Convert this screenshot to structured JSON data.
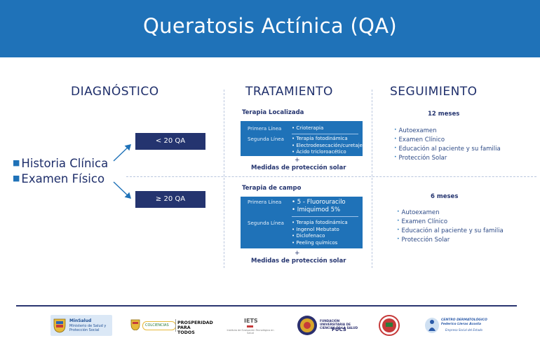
{
  "header": {
    "title": "Queratosis Actínica (QA)"
  },
  "columns": {
    "diagnostico": "DIAGNÓSTICO",
    "tratamiento": "TRATAMIENTO",
    "seguimiento": "SEGUIMIENTO"
  },
  "diagnostico": {
    "items": [
      "Historia Clínica",
      "Examen Físico"
    ],
    "branch_low": "< 20 QA",
    "branch_high": "≥ 20 QA"
  },
  "tratamiento": {
    "localizada": {
      "title": "Terapia Localizada",
      "primera_label": "Primera Línea",
      "primera_items": [
        "• Crioterapia"
      ],
      "segunda_label": "Segunda Línea",
      "segunda_items": [
        "• Terapia fotodinámica",
        "• Electrodesecación/curetaje",
        "• Ácido tricloroacético"
      ]
    },
    "campo": {
      "title": "Terapia de campo",
      "primera_label": "Primera Línea",
      "primera_items": [
        "• 5 - Fluorouracilo",
        "• Imiquimod 5%"
      ],
      "segunda_label": "Segunda Línea",
      "segunda_items": [
        "• Terapia fotodinámica",
        "• Ingenol Mebutato",
        "• Diclofenaco",
        "• Peeling químicos"
      ]
    },
    "plus": "+",
    "medidas": "Medidas de protección solar"
  },
  "seguimiento": {
    "top": {
      "period": "12 meses",
      "items": [
        "Autoexamen",
        "Examen Clínico",
        "Educación al paciente y su familia",
        "Protección Solar"
      ]
    },
    "bottom": {
      "period": "6 meses",
      "items": [
        "Autoexamen",
        "Examen Clínico",
        "Educación al paciente y su familia",
        "Protección Solar"
      ]
    }
  },
  "footer": {
    "minsalud": "MinSalud",
    "minsalud_sub": "Ministerio de Salud y Protección Social",
    "colciencias": "COLCIENCIAS",
    "prosperidad": "PROSPERIDAD PARA TODOS",
    "iets": "IETS",
    "iets_sub": "Instituto de Evaluación Tecnológica en Salud",
    "fucs": "FUNDACIÓN UNIVERSITARIA DE CIENCIAS DE LA SALUD",
    "fucs_short": "FUCS",
    "cdfla": "CENTRO DERMATOLÓGICO Federico Lleras Acosta",
    "cdfla_sub": "Empresa Social del Estado"
  },
  "colors": {
    "brand_blue": "#1f72b8",
    "navy": "#24346f",
    "title_navy": "#1f2f6b"
  }
}
